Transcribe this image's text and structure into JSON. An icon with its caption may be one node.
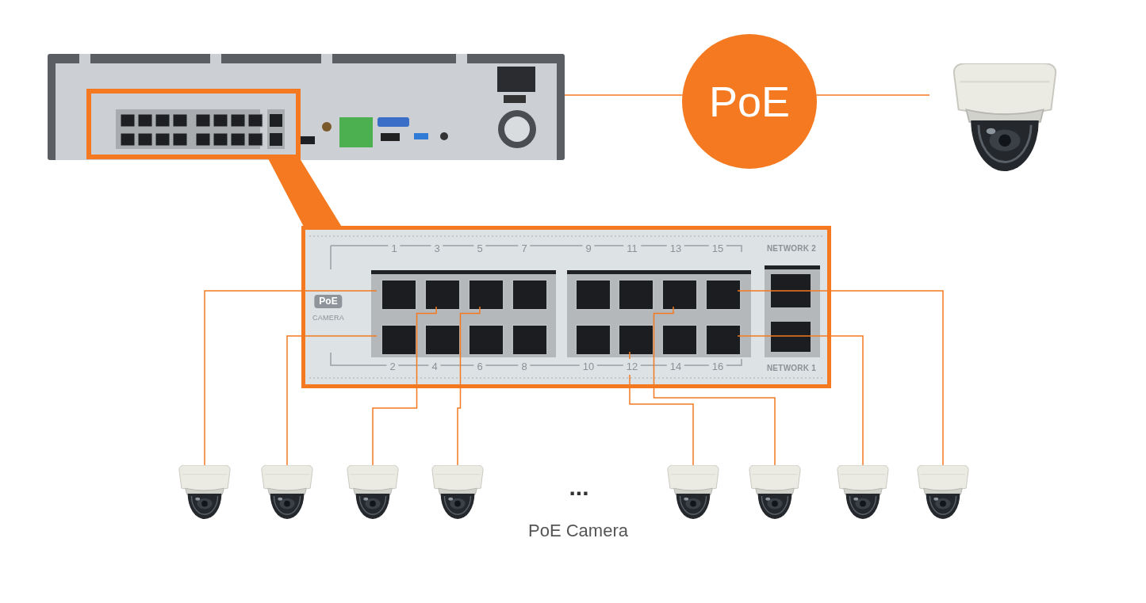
{
  "diagram": {
    "nodes": [
      {
        "text": [],
        "shape": "picture"
      },
      {
        "text": [
          "PoE"
        ]
      },
      {
        "text": [],
        "shape": "picture"
      },
      {
        "text": [],
        "shape": "picture"
      },
      {
        "text": [],
        "shape": "box",
        "in": 3
      },
      {
        "text": [],
        "shape": "box",
        "in": 3
      },
      {
        "text": [],
        "shape": "box",
        "in": 3
      },
      {
        "text": [],
        "shape": "box",
        "in": 3
      },
      {
        "text": [],
        "shape": "box",
        "in": 3
      },
      {
        "text": [],
        "shape": "box",
        "in": 3
      },
      {
        "text": [],
        "shape": "box",
        "in": 3
      },
      {
        "text": [],
        "shape": "box",
        "in": 3
      },
      {
        "text": [],
        "shape": "box",
        "in": 3
      },
      {
        "text": [],
        "shape": "box",
        "in": 3
      },
      {
        "text": [],
        "shape": "box",
        "in": 3
      },
      {
        "text": [],
        "shape": "box",
        "in": 3
      },
      {
        "text": [],
        "shape": "box",
        "in": 3
      },
      {
        "text": [],
        "shape": "box",
        "in": 3
      },
      {
        "text": [],
        "shape": "box",
        "in": 3
      },
      {
        "text": [],
        "shape": "box",
        "in": 3
      },
      {
        "text": [],
        "shape": "picture"
      },
      {
        "text": [],
        "shape": "picture"
      },
      {
        "text": [],
        "shape": "picture"
      },
      {
        "text": [],
        "shape": "picture"
      },
      {
        "text": [],
        "shape": "picture"
      },
      {
        "text": [],
        "shape": "picture"
      },
      {
        "text": [],
        "shape": "picture"
      },
      {
        "text": [],
        "shape": "picture"
      },
      {
        "text": [],
        "shape": "wedge"
      }
    ],
    "edges": [
      {
        "from": 0,
        "to": 1,
        "arrow": "none"
      },
      {
        "from": 1,
        "to": 2,
        "arrow": "none"
      },
      {
        "from": 4,
        "to": 20,
        "arrow": "none"
      },
      {
        "from": 12,
        "to": 21,
        "arrow": "none"
      },
      {
        "from": 5,
        "to": 22,
        "arrow": "none"
      },
      {
        "from": 6,
        "to": 23,
        "arrow": "none"
      },
      {
        "from": 17,
        "to": 24,
        "arrow": "none"
      },
      {
        "from": 10,
        "to": 25,
        "arrow": "none"
      },
      {
        "from": 19,
        "to": 26,
        "arrow": "none"
      },
      {
        "from": 11,
        "to": 27,
        "arrow": "none"
      }
    ],
    "labels": [
      "1",
      "3",
      "5",
      "7",
      "9",
      "11",
      "13",
      "15",
      "NETWORK 2",
      "PoE",
      "CAMERA",
      "2",
      "4",
      "6",
      "8",
      "10",
      "12",
      "14",
      "16",
      "NETWORK 1",
      "...",
      "PoE Camera"
    ]
  }
}
